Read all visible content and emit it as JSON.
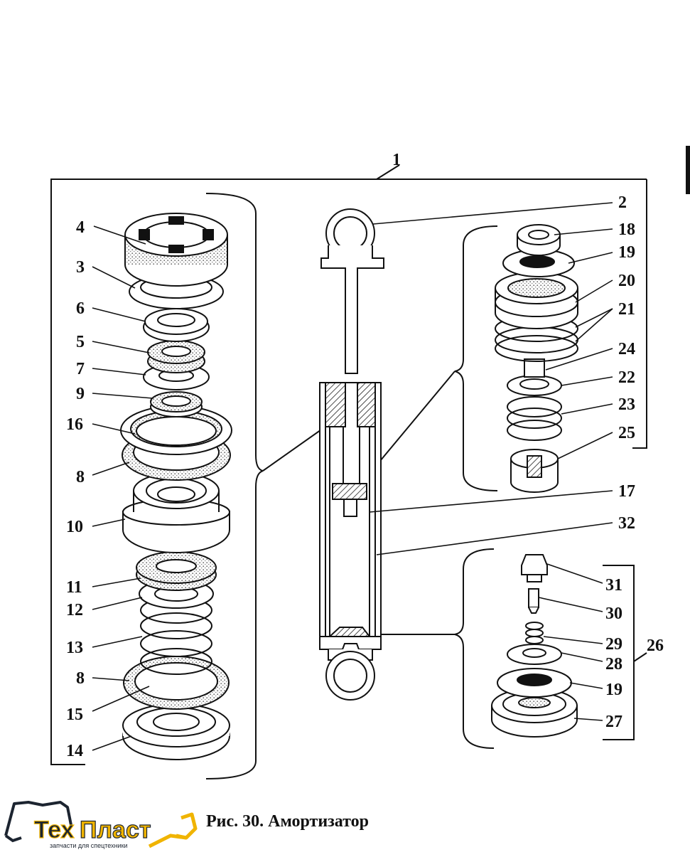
{
  "figure": {
    "caption": "Рис. 30. Амортизатор"
  },
  "logo": {
    "wordmark_prefix": "Тех",
    "wordmark_suffix": "Пласт",
    "tagline": "запчасти для спецтехники",
    "colors": {
      "dark": "#1c2430",
      "accent": "#f0b400"
    }
  },
  "callouts": {
    "c1": "1",
    "c2": "2",
    "c3": "3",
    "c4": "4",
    "c5": "5",
    "c6": "6",
    "c7": "7",
    "c8a": "8",
    "c8b": "8",
    "c9": "9",
    "c10": "10",
    "c11": "11",
    "c12": "12",
    "c13": "13",
    "c14": "14",
    "c15": "15",
    "c16": "16",
    "c17": "17",
    "c18": "18",
    "c19a": "19",
    "c19b": "19",
    "c20": "20",
    "c21": "21",
    "c22": "22",
    "c23": "23",
    "c24": "24",
    "c25": "25",
    "c26": "26",
    "c27": "27",
    "c28": "28",
    "c29": "29",
    "c30": "30",
    "c31": "31",
    "c32": "32"
  },
  "colors": {
    "ink": "#111111",
    "stipple": "#9a9a9a",
    "paper": "#ffffff"
  }
}
